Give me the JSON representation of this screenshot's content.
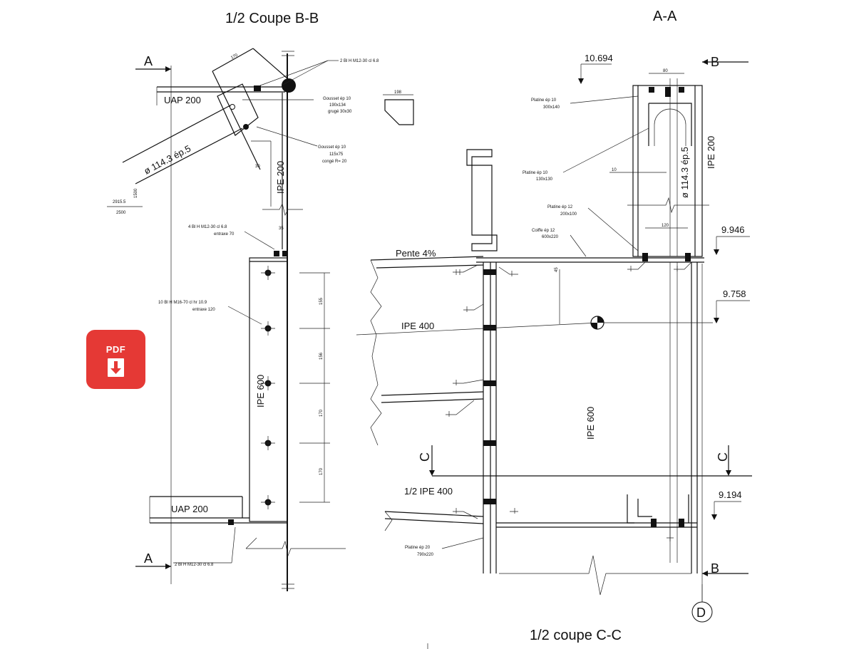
{
  "titles": {
    "left": "1/2 Coupe B-B",
    "right": "A-A",
    "bottom": "1/2 coupe C-C"
  },
  "sections": {
    "a_top": "A",
    "a_bottom": "A",
    "b_top": "B",
    "b_bottom": "B",
    "c_left": "C",
    "c_right": "C",
    "grid_d": "D"
  },
  "levels": {
    "l1": "10.694",
    "l2": "9.946",
    "l3": "9.758",
    "l4": "9.194"
  },
  "labels": {
    "uap_top": "UAP 200",
    "uap_bottom": "UAP 200",
    "ipe200_left": "IPE 200",
    "ipe200_right": "IPE 200",
    "ipe600_left": "IPE 600",
    "ipe600_right": "IPE 600",
    "ipe400": "IPE 400",
    "half_ipe400": "1/2  IPE 400",
    "pente": "Pente 4%",
    "tube_left": "ø 114.3 ép.5",
    "tube_right": "ø 114.3 ép.5"
  },
  "notes": {
    "bolts_top": "2 Bl H M12-30 cl 6.8",
    "gousset1_l1": "Gousset ép 10",
    "gousset1_l2": "190x134",
    "gousset1_l3": "grugé 30x30",
    "gousset2_l1": "Gousset ép 10",
    "gousset2_l2": "115x75",
    "gousset2_l3": "congé R= 20",
    "bolts_mid_l1": "4 Bl H M12-30 cl 6.8",
    "bolts_mid_l2": "entraxe 70",
    "bolts_col_l1": "10 Bl H M16-70  cl hr 10.9",
    "bolts_col_l2": "entraxe 120",
    "bolts_bottom": "2 Bl H M12-30 cl 6.8",
    "platine1_l1": "Platine ép 10",
    "platine1_l2": "300x140",
    "platine2_l1": "Platine ép 10",
    "platine2_l2": "130x130",
    "platine3_l1": "Platine ép 12",
    "platine3_l2": "200x100",
    "coiffe_l1": "Coiffe ép 12",
    "coiffe_l2": "600x220",
    "platine4_l1": "Platine ép 20",
    "platine4_l2": "790x220"
  },
  "dims": {
    "d170": "170",
    "d198": "198",
    "d35": "35",
    "d155": "155",
    "d156": "156",
    "d170a": "170",
    "d170b": "170",
    "d2915": "2915.5",
    "d1500": "1500",
    "d2500": "2500",
    "d30": "30",
    "d10": "10",
    "d120": "120",
    "d80": "80",
    "d45": "45"
  },
  "badge": {
    "text": "PDF",
    "color": "#e53935"
  }
}
